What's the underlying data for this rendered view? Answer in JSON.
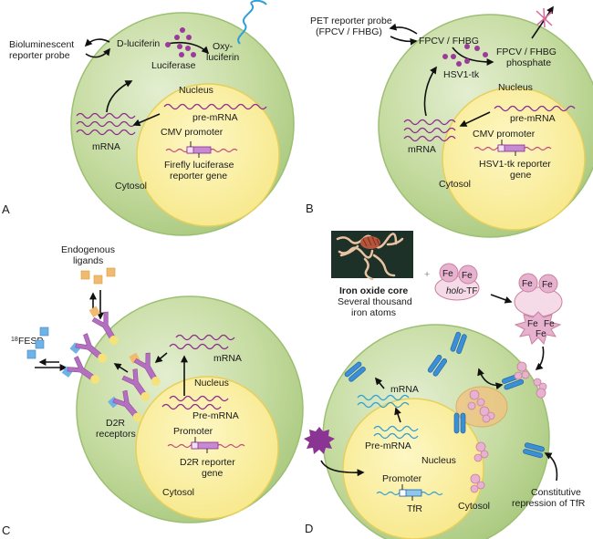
{
  "figure": {
    "colors": {
      "cytosol": "#c3d99c",
      "cytosol_edge": "#9dbf73",
      "nucleus": "#fbef9a",
      "nucleus_edge": "#e6cf5c",
      "purple": "#8e2b8e",
      "enzyme": "#9b3a9b",
      "light_blue": "#3ea7dd",
      "receptor": "#b46fc0",
      "receptor_tip": "#f5e27a",
      "ligand_orange": "#f0bb70",
      "ligand_blue": "#6fb3e6",
      "pink": "#e7b2cf",
      "tfr_blue": "#3b8fd6",
      "star_purple": "#8a3593",
      "endosome": "#f3c27e"
    },
    "panels": {
      "A": {
        "letter": "A",
        "probe_label_1": "Bioluminescent",
        "probe_label_2": "reporter probe",
        "substrate": "D-luciferin",
        "enzyme": "Luciferase",
        "product_1": "Oxy-",
        "product_2": "luciferin",
        "nucleus": "Nucleus",
        "pre_mrna": "pre-mRNA",
        "promoter": "CMV promoter",
        "gene_1": "Firefly luciferase",
        "gene_2": "reporter gene",
        "mrna": "mRNA",
        "cytosol": "Cytosol"
      },
      "B": {
        "letter": "B",
        "probe_label_1": "PET reporter probe",
        "probe_label_2": "(FPCV / FHBG)",
        "substrate": "FPCV / FHBG",
        "enzyme": "HSV1-tk",
        "product_1": "FPCV / FHBG",
        "product_2": "phosphate",
        "nucleus": "Nucleus",
        "pre_mrna": "pre-mRNA",
        "promoter": "CMV promoter",
        "gene_1": "HSV1-tk reporter",
        "gene_2": "gene",
        "mrna": "mRNA",
        "cytosol": "Cytosol"
      },
      "C": {
        "letter": "C",
        "ligands_1": "Endogenous",
        "ligands_2": "ligands",
        "probe_sup": "18",
        "probe": "FESP",
        "receptors_1": "D2R",
        "receptors_2": "receptors",
        "mrna": "mRNA",
        "nucleus": "Nucleus",
        "pre_mrna": "Pre-mRNA",
        "promoter": "Promoter",
        "gene_1": "D2R reporter",
        "gene_2": "gene",
        "cytosol": "Cytosol"
      },
      "D": {
        "letter": "D",
        "core_title": "Iron oxide core",
        "core_desc_1": "Several thousand",
        "core_desc_2": "iron atoms",
        "plus": "+",
        "fe": "Fe",
        "holo_italic": "holo",
        "holo_rest": "-TF",
        "mrna": "mRNA",
        "pre_mrna": "Pre-mRNA",
        "nucleus": "Nucleus",
        "promoter": "Promoter",
        "gene": "TfR",
        "cytosol": "Cytosol",
        "repression_1": "Constitutive",
        "repression_2": "repression of TfR"
      }
    }
  }
}
